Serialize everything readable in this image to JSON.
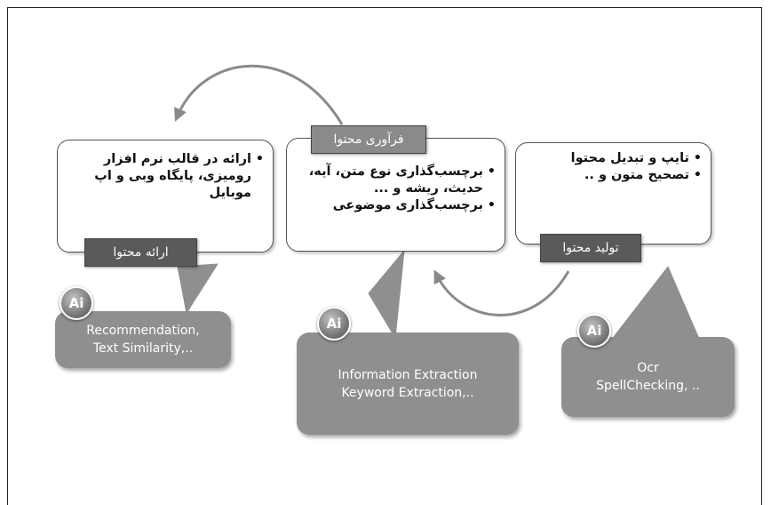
{
  "cards": {
    "left": {
      "bullets": [
        "ارائه در قالب نرم افزار رومیزی، پایگاه وبی و اپ موبایل"
      ],
      "tag": "ارائه محتوا"
    },
    "middle": {
      "bullets": [
        "برچسب‌گذاری نوع متن، آیه، حدیث، ریشه و ...",
        "برچسب‌گذاری موضوعی"
      ],
      "tag": "فرآوری محتوا"
    },
    "right": {
      "bullets": [
        "تایپ و تبدیل محتوا",
        "تصحیح متون و .."
      ],
      "tag": "تولید محتوا"
    }
  },
  "ai_bubbles": {
    "left": {
      "badge": "Ai",
      "lines": [
        "Recommendation,",
        "Text Similarity,.."
      ]
    },
    "middle": {
      "badge": "Ai",
      "lines": [
        "Information Extraction",
        "Keyword  Extraction,.."
      ]
    },
    "right": {
      "badge": "Ai",
      "lines": [
        "Ocr",
        "SpellChecking, .."
      ]
    }
  },
  "colors": {
    "tag": "#5a5a5a",
    "bubble": "#8f8f8f",
    "arrow": "#8a8a8a"
  }
}
